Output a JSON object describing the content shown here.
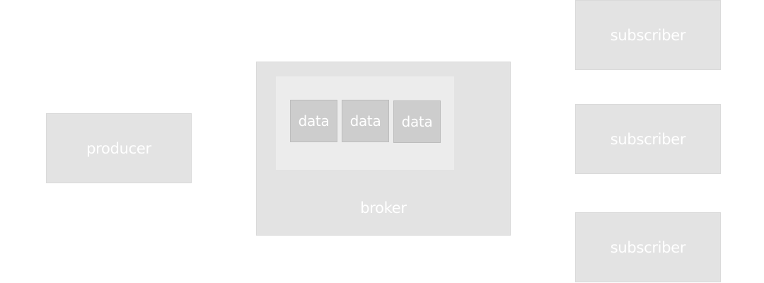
{
  "producer": {
    "label": "producer"
  },
  "broker": {
    "label": "broker",
    "queue": [
      {
        "label": "data"
      },
      {
        "label": "data"
      },
      {
        "label": "data"
      }
    ]
  },
  "subscribers": [
    {
      "label": "subscriber"
    },
    {
      "label": "subscriber"
    },
    {
      "label": "subscriber"
    }
  ]
}
